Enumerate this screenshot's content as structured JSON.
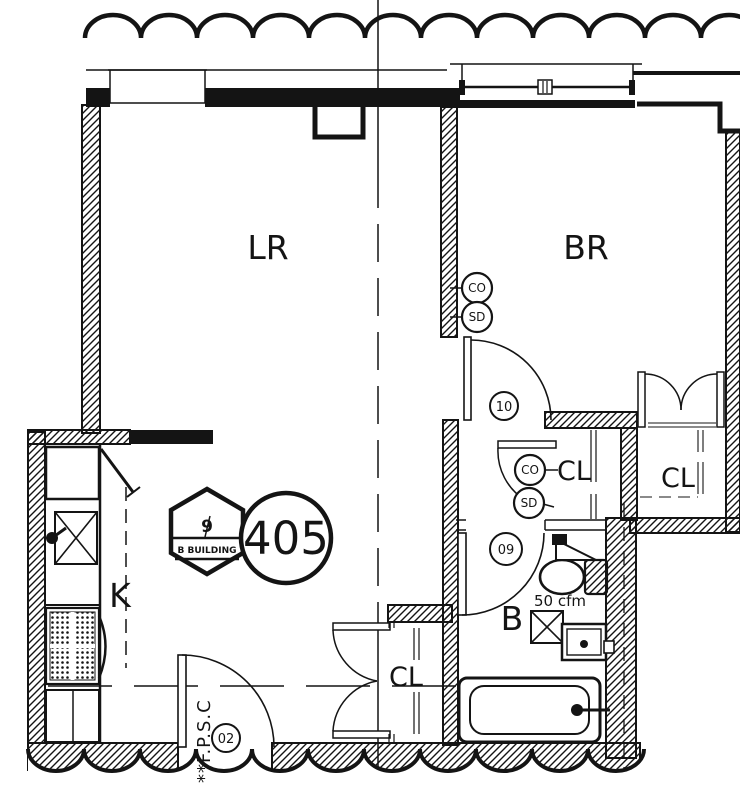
{
  "drawing": {
    "unit_number": "405",
    "floor_number": "9",
    "building": "B BUILDING",
    "rooms": {
      "living_room": "LR",
      "bedroom": "BR",
      "kitchen": "K",
      "bathroom": "B",
      "hall_closet": "CL",
      "bedroom_closet": "CL",
      "entry_closet": "CL"
    },
    "detectors": {
      "carbon_monoxide": "CO",
      "smoke": "SD"
    },
    "door_tags": {
      "bedroom_door": "10",
      "bathroom_door": "09",
      "entry_door": "02"
    },
    "notes": {
      "exhaust_fan": "50 cfm",
      "entry_door_note": "**F.P.S.C"
    },
    "colors": {
      "ink": "#141414",
      "paper": "#ffffff"
    }
  }
}
